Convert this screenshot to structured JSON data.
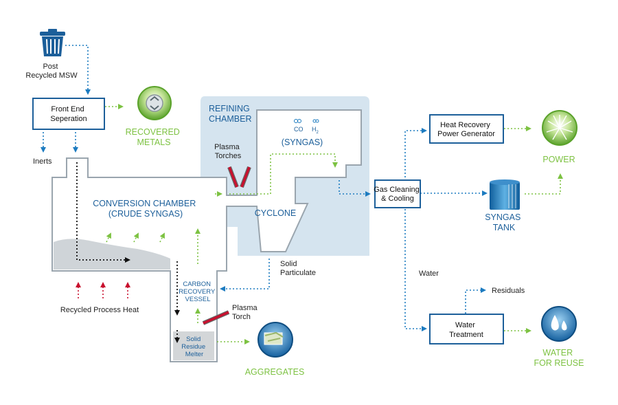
{
  "labels": {
    "post_msw": [
      "Post",
      "Recycled MSW"
    ],
    "front_end": [
      "Front End",
      "Seperation"
    ],
    "recovered_metals": [
      "RECOVERED",
      "METALS"
    ],
    "inerts": "Inerts",
    "refining_chamber": [
      "REFINING",
      "CHAMBER"
    ],
    "plasma_torches": [
      "Plasma",
      "Torches"
    ],
    "co": "CO",
    "h2": "H",
    "h2_sub": "2",
    "syngas": "(SYNGAS)",
    "conversion_chamber": [
      "CONVERSION CHAMBER",
      "(CRUDE SYNGAS)"
    ],
    "cyclone": "CYCLONE",
    "solid_particulate": [
      "Solid",
      "Particulate"
    ],
    "carbon_recovery": [
      "CARBON",
      "RECOVERY",
      "VESSEL"
    ],
    "plasma_torch": [
      "Plasma",
      "Torch"
    ],
    "solid_residue": [
      "Solid",
      "Residue",
      "Melter"
    ],
    "aggregates": "AGGREGATES",
    "recycled_heat": "Recycled Process Heat",
    "gas_cleaning": [
      "Gas Cleaning",
      "& Cooling"
    ],
    "heat_recovery": [
      "Heat Recovery",
      "Power Generator"
    ],
    "power": "POWER",
    "syngas_tank": [
      "SYNGAS",
      "TANK"
    ],
    "water": "Water",
    "residuals": "Residuals",
    "water_treatment": [
      "Water",
      "Treatment"
    ],
    "water_reuse": [
      "WATER",
      "FOR REUSE"
    ]
  },
  "colors": {
    "flow_blue": "#1c7bc0",
    "flow_green": "#7dc242",
    "heat_red": "#c8102e",
    "label_blue": "#1c5f9a",
    "label_green": "#7dc242",
    "chamber_fill": "#d5e4ef"
  }
}
